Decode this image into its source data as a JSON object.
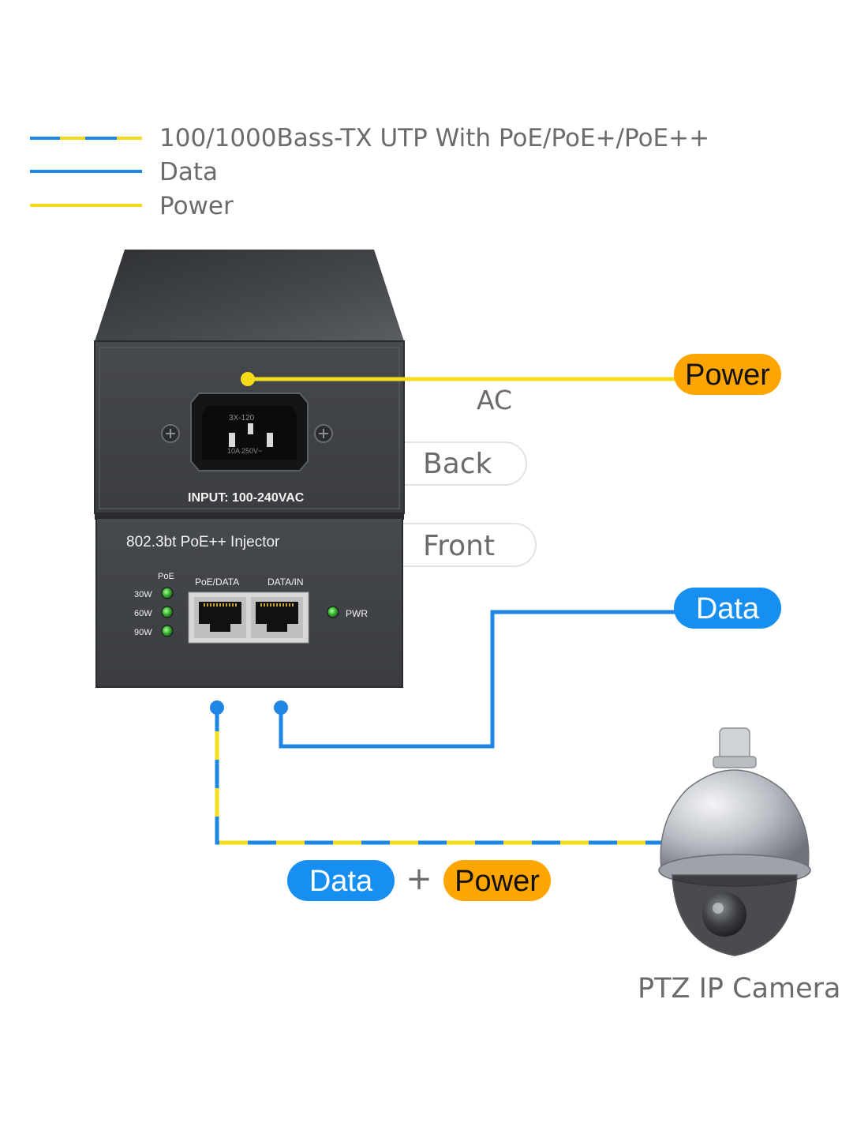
{
  "legend": {
    "items": [
      {
        "label": "100/1000Bass-TX UTP With PoE/PoE+/PoE++",
        "style": "dashed-blue-yellow"
      },
      {
        "label": "Data",
        "style": "solid-blue"
      },
      {
        "label": "Power",
        "style": "solid-yellow"
      }
    ]
  },
  "colors": {
    "data_line": "#1f86e6",
    "power_line": "#f5dc1a",
    "data_pill": "#168ff0",
    "power_pill": "#ffa500",
    "device_body": "#3f4144",
    "text_gray": "#6b6b6b"
  },
  "device": {
    "back_label": "Back",
    "front_label": "Front",
    "input_label": "INPUT: 100-240VAC",
    "model_label": "802.3bt PoE++ Injector",
    "poe_label": "PoE",
    "led_labels": [
      "30W",
      "60W",
      "90W"
    ],
    "port_poe_data": "PoE/DATA",
    "port_data_in": "DATA/IN",
    "pwr_label": "PWR",
    "socket_text": [
      "3X-120",
      "10A 250V~"
    ]
  },
  "connections": {
    "ac_label": "AC",
    "power_pill": "Power",
    "data_pill": "Data",
    "combined_data": "Data",
    "combined_plus": "+",
    "combined_power": "Power"
  },
  "camera": {
    "label": "PTZ IP Camera"
  }
}
